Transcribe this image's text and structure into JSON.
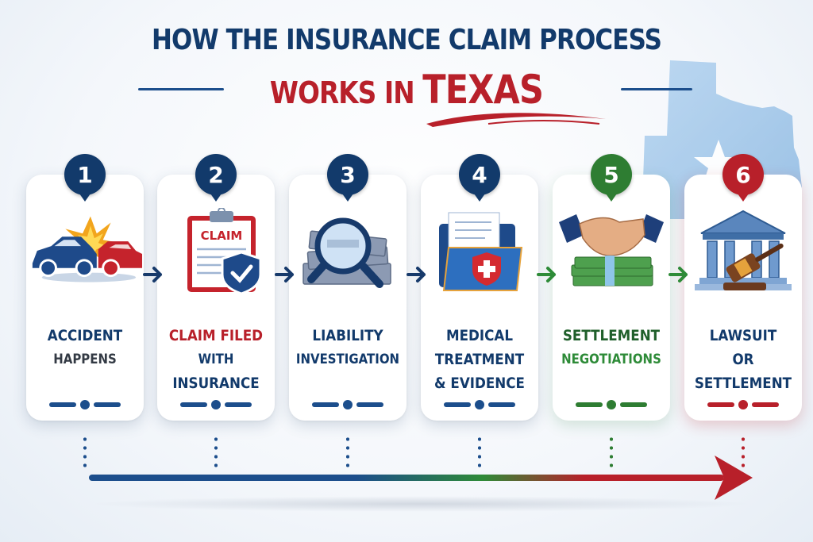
{
  "title": {
    "line1": "HOW THE INSURANCE CLAIM PROCESS",
    "line2_prefix": "WORKS IN ",
    "line2_highlight": "TEXAS"
  },
  "colors": {
    "navy": "#123a6b",
    "blue": "#1c4e8c",
    "green": "#2e7d32",
    "red": "#b8202a",
    "texas_map": "#9cc3e6"
  },
  "steps": [
    {
      "number": "1",
      "line1": "ACCIDENT",
      "line2": "HAPPENS",
      "icon": "car-crash-icon",
      "color": "navy"
    },
    {
      "number": "2",
      "line1": "CLAIM FILED",
      "line2": "WITH",
      "line3": "INSURANCE",
      "icon": "clipboard-claim-shield-icon",
      "color": "navy",
      "line1_color": "red"
    },
    {
      "number": "3",
      "line1": "LIABILITY",
      "line2": "INVESTIGATION",
      "icon": "magnifying-glass-documents-icon",
      "color": "navy"
    },
    {
      "number": "4",
      "line1": "MEDICAL",
      "line2": "TREATMENT",
      "line3": "& EVIDENCE",
      "icon": "medical-folder-icon",
      "color": "navy"
    },
    {
      "number": "5",
      "line1": "SETTLEMENT",
      "line2": "NEGOTIATIONS",
      "icon": "handshake-money-icon",
      "color": "green"
    },
    {
      "number": "6",
      "line1": "LAWSUIT",
      "line2": "OR",
      "line3": "SETTLEMENT",
      "icon": "courthouse-gavel-icon",
      "color": "red"
    }
  ],
  "icons": {
    "header_decoration": "texas-map-icon",
    "progression": "gradient-timeline-arrow-icon"
  }
}
